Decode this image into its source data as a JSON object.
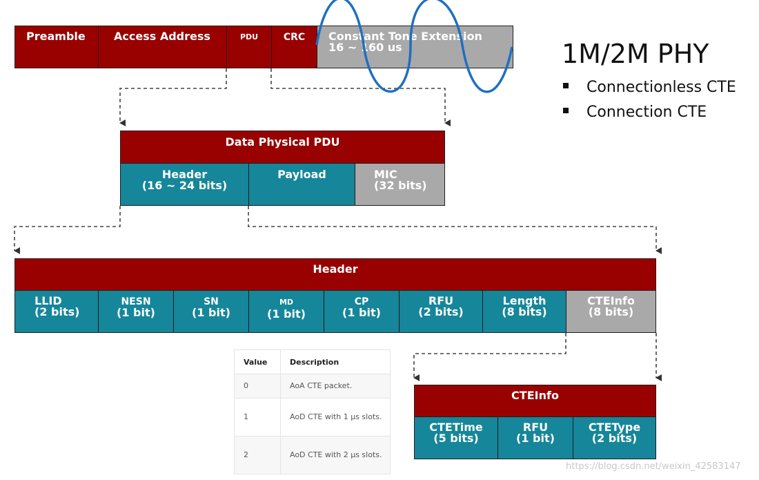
{
  "packet": {
    "preamble": "Preamble",
    "access_address": "Access Address",
    "pdu": "PDU",
    "crc": "CRC",
    "cte_title": "Constant Tone Extension",
    "cte_duration": "16 ~ 160 us"
  },
  "phy": {
    "title": "1M/2M PHY",
    "bullets": [
      "Connectionless CTE",
      "Connection CTE"
    ]
  },
  "pdu": {
    "title": "Data Physical PDU",
    "header_label": "Header",
    "header_bits": "(16 ~ 24 bits)",
    "payload_label": "Payload",
    "mic_label": "MIC",
    "mic_bits": "(32 bits)"
  },
  "header": {
    "title": "Header",
    "fields": [
      {
        "name": "LLID",
        "bits": "(2 bits)"
      },
      {
        "name": "NESN",
        "bits": "(1 bit)"
      },
      {
        "name": "SN",
        "bits": "(1 bit)"
      },
      {
        "name": "MD",
        "bits": "(1 bit)"
      },
      {
        "name": "CP",
        "bits": "(1 bit)"
      },
      {
        "name": "RFU",
        "bits": "(2 bits)"
      },
      {
        "name": "Length",
        "bits": "(8 bits)"
      },
      {
        "name": "CTEInfo",
        "bits": "(8 bits)"
      }
    ]
  },
  "cte_table": {
    "headers": [
      "Value",
      "Description"
    ],
    "rows": [
      {
        "value": "0",
        "description": "AoA CTE packet."
      },
      {
        "value": "1",
        "description": "AoD CTE with 1 µs slots."
      },
      {
        "value": "2",
        "description": "AoD CTE with 2 µs slots."
      }
    ]
  },
  "cteinfo": {
    "title": "CTEInfo",
    "fields": [
      {
        "name": "CTETime",
        "bits": "(5 bits)"
      },
      {
        "name": "RFU",
        "bits": "(1 bit)"
      },
      {
        "name": "CTEType",
        "bits": "(2 bits)"
      }
    ]
  },
  "watermark": "https://blog.csdn.net/weixin_42583147",
  "colors": {
    "dark_red": "#990000",
    "teal": "#16869a",
    "gray": "#a9a9a9",
    "wave_blue": "#1f6fc0"
  }
}
